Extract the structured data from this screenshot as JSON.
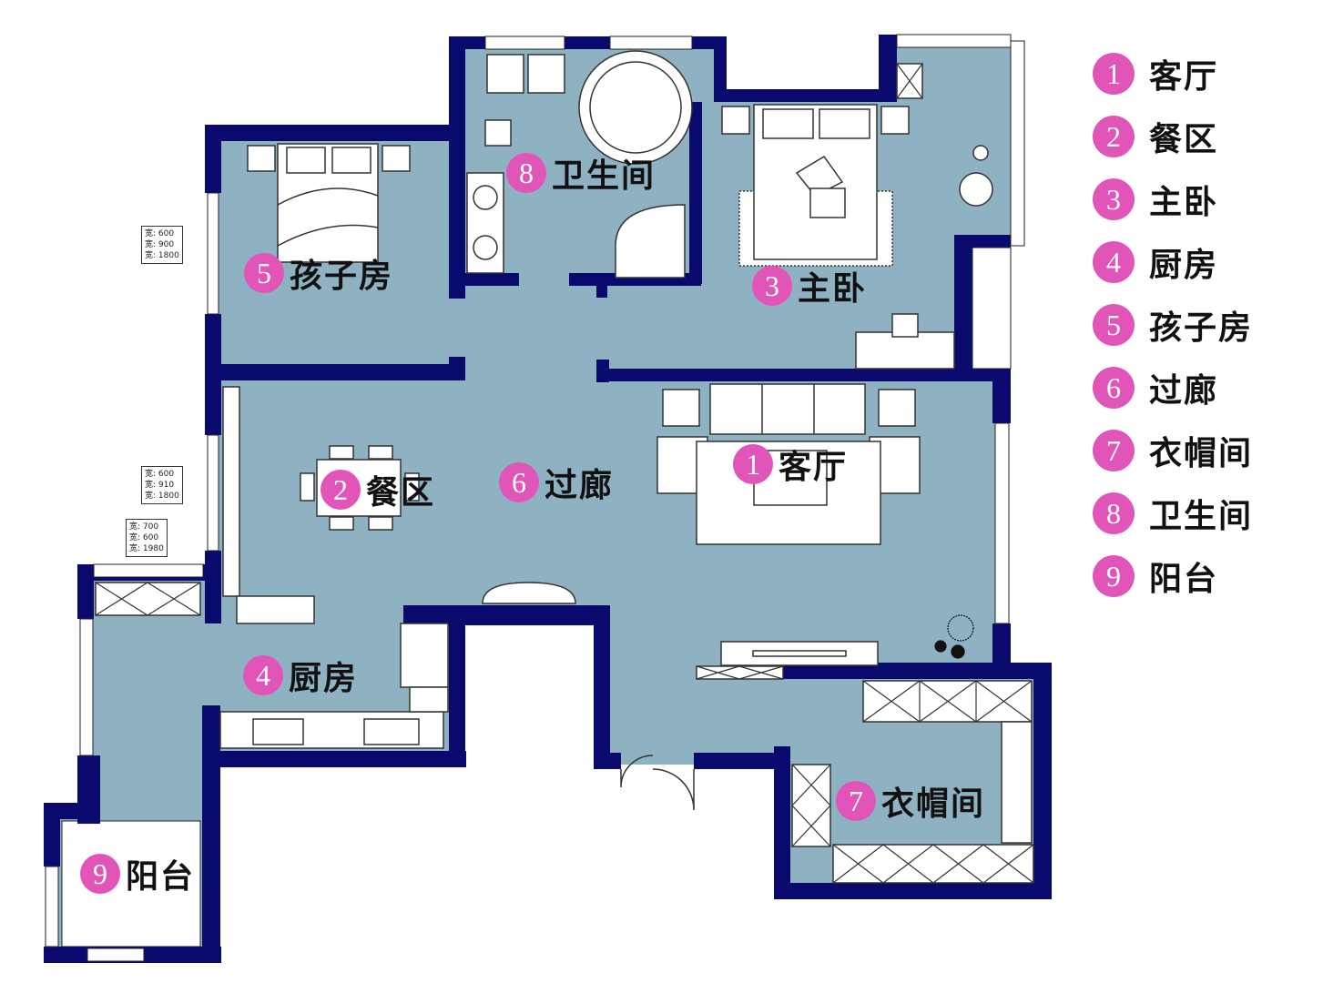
{
  "legend": [
    {
      "num": "1",
      "name": "客厅"
    },
    {
      "num": "2",
      "name": "餐区"
    },
    {
      "num": "3",
      "name": "主卧"
    },
    {
      "num": "4",
      "name": "厨房"
    },
    {
      "num": "5",
      "name": "孩子房"
    },
    {
      "num": "6",
      "name": "过廊"
    },
    {
      "num": "7",
      "name": "衣帽间"
    },
    {
      "num": "8",
      "name": "卫生间"
    },
    {
      "num": "9",
      "name": "阳台"
    }
  ],
  "rooms": {
    "living": {
      "num": "1",
      "name": "客厅"
    },
    "dining": {
      "num": "2",
      "name": "餐区"
    },
    "master": {
      "num": "3",
      "name": "主卧"
    },
    "kitchen": {
      "num": "4",
      "name": "厨房"
    },
    "kids": {
      "num": "5",
      "name": "孩子房"
    },
    "corridor": {
      "num": "6",
      "name": "过廊"
    },
    "closet": {
      "num": "7",
      "name": "衣帽间"
    },
    "bath": {
      "num": "8",
      "name": "卫生间"
    },
    "balcony": {
      "num": "9",
      "name": "阳台"
    }
  },
  "notes": {
    "window_a": [
      "宽: 600",
      "宽: 900",
      "宽: 1800"
    ],
    "window_b": [
      "宽: 600",
      "宽: 910",
      "宽: 1800"
    ],
    "window_c": [
      "宽: 700",
      "宽: 600",
      "宽: 1980"
    ]
  },
  "colors": {
    "wall": "#0a0a6e",
    "floor": "#8fb2c3",
    "badge": "#e155b9"
  }
}
